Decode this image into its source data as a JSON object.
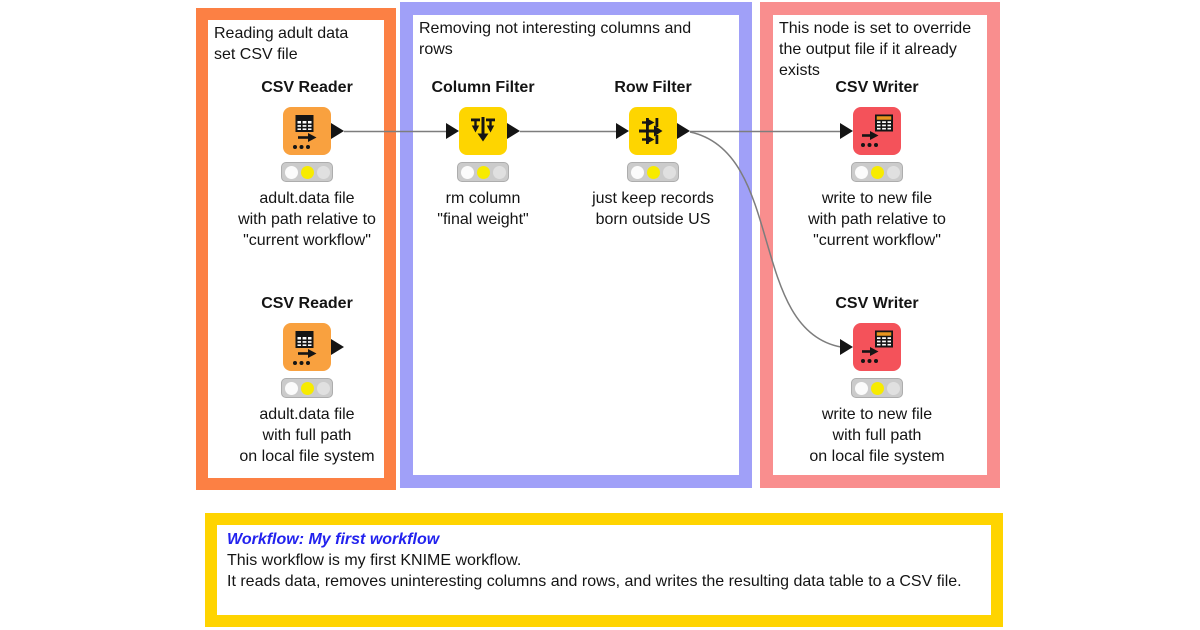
{
  "palette": {
    "reading_box_border": "#FC8044",
    "removing_box_border": "#A0A0F8",
    "override_box_border": "#F98E8E",
    "description_box_border": "#FFD400",
    "reader_node": "#F9A13F",
    "filter_node": "#FED500",
    "writer_node": "#F4525A",
    "status_yellow": "#F7EB00",
    "wire_gray": "#7D7D7D",
    "title_blue": "#2222EE"
  },
  "groups": {
    "reading": {
      "text": "Reading adult data set CSV file"
    },
    "removing": {
      "text": "Removing not interesting columns and rows"
    },
    "override": {
      "text": "This node is set to override the output file if it already exists"
    }
  },
  "nodes": [
    {
      "label": "CSV Reader",
      "status": "configured",
      "caption": [
        "adult.data file",
        "with path relative to",
        "\"current workflow\""
      ]
    },
    {
      "label": "Column Filter",
      "status": "configured",
      "caption": [
        "rm column",
        "\"final weight\""
      ]
    },
    {
      "label": "Row Filter",
      "status": "configured",
      "caption": [
        "just keep records",
        "born outside US"
      ]
    },
    {
      "label": "CSV Writer",
      "status": "configured",
      "caption": [
        "write to new file",
        "with path relative to",
        "\"current workflow\""
      ]
    },
    {
      "label": "CSV Reader",
      "status": "configured",
      "caption": [
        "adult.data file",
        "with full path",
        "on local file system"
      ]
    },
    {
      "label": "CSV Writer",
      "status": "configured",
      "caption": [
        "write to new file",
        "with full path",
        "on local file system"
      ]
    }
  ],
  "connections": [
    {
      "from": "csv-reader-1",
      "to": "column-filter"
    },
    {
      "from": "column-filter",
      "to": "row-filter"
    },
    {
      "from": "row-filter",
      "to": "csv-writer-1"
    },
    {
      "from": "row-filter",
      "to": "csv-writer-2"
    }
  ],
  "description": {
    "title": "Workflow: My first workflow",
    "line1": "This workflow is my first KNIME workflow.",
    "line2": "It reads data, removes uninteresting columns and rows, and writes the resulting data table to a CSV file."
  }
}
